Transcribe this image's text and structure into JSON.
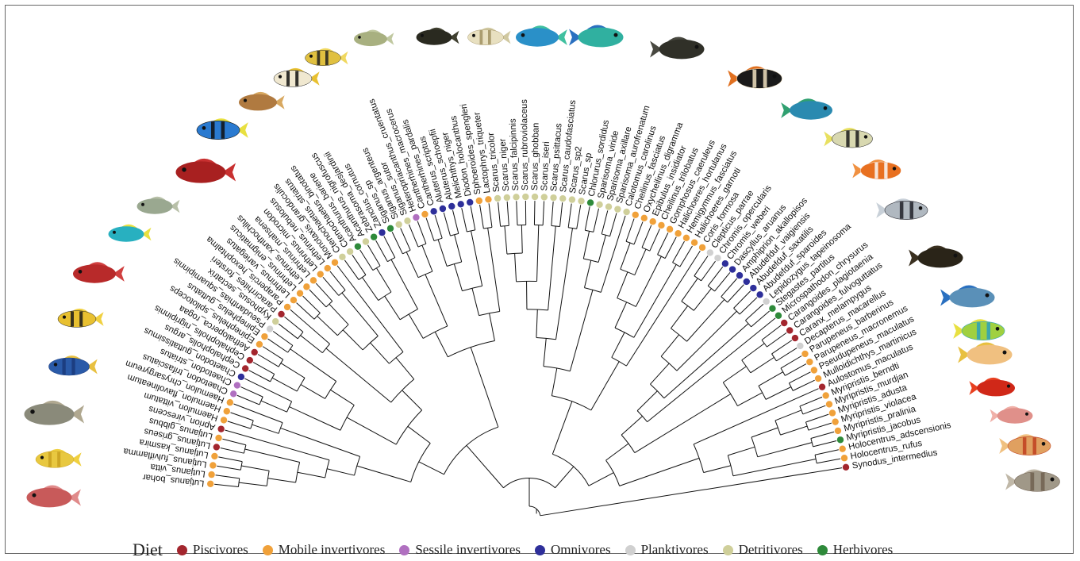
{
  "legend": {
    "title": "Diet",
    "items": [
      {
        "key": "P",
        "label": "Piscivores",
        "color": "#a3262e"
      },
      {
        "key": "M",
        "label": "Mobile invertivores",
        "color": "#f0a13a"
      },
      {
        "key": "S",
        "label": "Sessile invertivores",
        "color": "#b070c0"
      },
      {
        "key": "O",
        "label": "Omnivores",
        "color": "#2e2f9a"
      },
      {
        "key": "K",
        "label": "Planktivores",
        "color": "#d0d0d0"
      },
      {
        "key": "D",
        "label": "Detritivores",
        "color": "#cfcf9a"
      },
      {
        "key": "H",
        "label": "Herbivores",
        "color": "#2e8a3a"
      }
    ]
  },
  "taxa": [
    {
      "name": "Lutjanus_bohar",
      "diet": "M"
    },
    {
      "name": "Lutjanus_vitta",
      "diet": "M"
    },
    {
      "name": "Lutjanus_fulviflamma",
      "diet": "M"
    },
    {
      "name": "Lutjanus_kasmira",
      "diet": "M"
    },
    {
      "name": "Lutjanus_griseus",
      "diet": "P"
    },
    {
      "name": "Lutjanus_gibbus",
      "diet": "M"
    },
    {
      "name": "Aprion_virescens",
      "diet": "P"
    },
    {
      "name": "Haemulon_vittatum",
      "diet": "M"
    },
    {
      "name": "Haemulon_flavolineatum",
      "diet": "M"
    },
    {
      "name": "Haemulon_chrysargyreum",
      "diet": "M"
    },
    {
      "name": "Chaetodon_trifasciatus",
      "diet": "S"
    },
    {
      "name": "Chaetodon_striatus",
      "diet": "S"
    },
    {
      "name": "Chaetodon_guttatissimus",
      "diet": "O"
    },
    {
      "name": "Cephalopholis_argus",
      "diet": "P"
    },
    {
      "name": "Cephalopholis_nigripinnis",
      "diet": "P"
    },
    {
      "name": "Aethaloperca_rogaa",
      "diet": "P"
    },
    {
      "name": "Epinephelus_spilotoceps",
      "diet": "M"
    },
    {
      "name": "Epinephelus_guttatus",
      "diet": "M"
    },
    {
      "name": "Pseudanthias_squamipinnis",
      "diet": "K"
    },
    {
      "name": "Kyphosus_sectatrix",
      "diet": "D"
    },
    {
      "name": "Paracirrhites_forsteri",
      "diet": "P"
    },
    {
      "name": "Parapercis_hexophtalma",
      "diet": "M"
    },
    {
      "name": "Lethrinus_variegatus",
      "diet": "M"
    },
    {
      "name": "Lethrinus_enigmaticus",
      "diet": "M"
    },
    {
      "name": "Lethrinus_xanthochilus",
      "diet": "M"
    },
    {
      "name": "Lethrinus_mahsena",
      "diet": "M"
    },
    {
      "name": "Lethrinus_microdon",
      "diet": "M"
    },
    {
      "name": "Lethrinus_nebulosus",
      "diet": "M"
    },
    {
      "name": "Monotaxis_grandoculis",
      "diet": "M"
    },
    {
      "name": "Ctenochaetus_striatus",
      "diet": "D"
    },
    {
      "name": "Ctenochaetus_binotatus",
      "diet": "D"
    },
    {
      "name": "Acanthurus_bariene",
      "diet": "H"
    },
    {
      "name": "Acanthurus_nigrofuscus",
      "diet": "D"
    },
    {
      "name": "Zebrasoma_desjardinii",
      "diet": "H"
    },
    {
      "name": "Zanclus_cornutus",
      "diet": "O"
    },
    {
      "name": "Siganus_sp",
      "diet": "H"
    },
    {
      "name": "Siganus_argenteus",
      "diet": "D"
    },
    {
      "name": "Siganus_sutor",
      "diet": "D"
    },
    {
      "name": "Heteropriacanthus_cruentatus",
      "diet": "S"
    },
    {
      "name": "Cantherhines_macrocerus",
      "diet": "M"
    },
    {
      "name": "Cantherhines_pardalis",
      "diet": "O"
    },
    {
      "name": "Aluterus_scriptus",
      "diet": "O"
    },
    {
      "name": "Aluterus_schoepfii",
      "diet": "O"
    },
    {
      "name": "Melichthys_niger",
      "diet": "O"
    },
    {
      "name": "Diodon_holocanthus",
      "diet": "O"
    },
    {
      "name": "Sphoeroides_spengleri",
      "diet": "M"
    },
    {
      "name": "Lactophrys_triqueter",
      "diet": "M"
    },
    {
      "name": "Scarus_tricolor",
      "diet": "D"
    },
    {
      "name": "Scarus_niger",
      "diet": "D"
    },
    {
      "name": "Scarus_falcipinnis",
      "diet": "D"
    },
    {
      "name": "Scarus_rubroviolaceus",
      "diet": "D"
    },
    {
      "name": "Scarus_ghobban",
      "diet": "D"
    },
    {
      "name": "Scarus_iseri",
      "diet": "D"
    },
    {
      "name": "Scarus_psittacus",
      "diet": "D"
    },
    {
      "name": "Scarus_caudofasciatus",
      "diet": "D"
    },
    {
      "name": "Scarus_sp2",
      "diet": "D"
    },
    {
      "name": "Scarus_sp",
      "diet": "D"
    },
    {
      "name": "Chlorurus_sordidus",
      "diet": "H"
    },
    {
      "name": "Sparisoma_viride",
      "diet": "D"
    },
    {
      "name": "Sparisoma_axillare",
      "diet": "D"
    },
    {
      "name": "Sparisoma_aurofrenatum",
      "diet": "D"
    },
    {
      "name": "Calotomus_carolinus",
      "diet": "D"
    },
    {
      "name": "Cheilinus_fasciatus",
      "diet": "M"
    },
    {
      "name": "Oxycheilinus_digramma",
      "diet": "M"
    },
    {
      "name": "Epibulus_insidiator",
      "diet": "M"
    },
    {
      "name": "Cheilinus_trilobatus",
      "diet": "M"
    },
    {
      "name": "Gomphosus_caeruleus",
      "diet": "M"
    },
    {
      "name": "Halichoeres_hortulanus",
      "diet": "M"
    },
    {
      "name": "Hemigymnus_fasciatus",
      "diet": "M"
    },
    {
      "name": "Halichoeres_garnoti",
      "diet": "M"
    },
    {
      "name": "Coris_formosa",
      "diet": "M"
    },
    {
      "name": "Clepticus_parrae",
      "diet": "K"
    },
    {
      "name": "Chromis_opercularis",
      "diet": "K"
    },
    {
      "name": "Chromis_weberi",
      "diet": "O"
    },
    {
      "name": "Dascyllus_aruanus",
      "diet": "O"
    },
    {
      "name": "Amphiprion_akallopisos",
      "diet": "O"
    },
    {
      "name": "Abudefduf_vaigiensis",
      "diet": "O"
    },
    {
      "name": "Abudefduf_saxatilis",
      "diet": "O"
    },
    {
      "name": "Abudefduf_sparoides",
      "diet": "O"
    },
    {
      "name": "Lepidozygus_tapeinosoma",
      "diet": "K"
    },
    {
      "name": "Stegastes_partitus",
      "diet": "H"
    },
    {
      "name": "Microspathodon_chrysurus",
      "diet": "H"
    },
    {
      "name": "Carangoides_plagiotaenia",
      "diet": "P"
    },
    {
      "name": "Carangoides_fulvoguttatus",
      "diet": "P"
    },
    {
      "name": "Caranx_melampygus",
      "diet": "P"
    },
    {
      "name": "Decapterus_macarellus",
      "diet": "K"
    },
    {
      "name": "Parupeneus_barberinus",
      "diet": "M"
    },
    {
      "name": "Parupeneus_macronemus",
      "diet": "M"
    },
    {
      "name": "Pseudupeneus_maculatus",
      "diet": "M"
    },
    {
      "name": "Mulloidichthys_martinicus",
      "diet": "M"
    },
    {
      "name": "Aulostomus_maculatus",
      "diet": "P"
    },
    {
      "name": "Myripristis_berndti",
      "diet": "M"
    },
    {
      "name": "Myripristis_murdjan",
      "diet": "M"
    },
    {
      "name": "Myripristis_adusta",
      "diet": "M"
    },
    {
      "name": "Myripristis_violacea",
      "diet": "M"
    },
    {
      "name": "Myripristis_pralinia",
      "diet": "M"
    },
    {
      "name": "Myripristis_jacobus",
      "diet": "H"
    },
    {
      "name": "Holocentrus_adscensionis",
      "diet": "M"
    },
    {
      "name": "Holocentrus_rufus",
      "diet": "M"
    },
    {
      "name": "Synodus_intermedius",
      "diet": "P"
    }
  ],
  "fish_icons": [
    {
      "name": "snapper-pink",
      "body": "#c85a5a",
      "fin": "#e08a8a",
      "stripe": ""
    },
    {
      "name": "snapper-yellowtail",
      "body": "#e8c840",
      "fin": "#f0d040",
      "stripe": "#c8a020"
    },
    {
      "name": "grunt-gray",
      "body": "#8a8a7a",
      "fin": "#b0a890",
      "stripe": ""
    },
    {
      "name": "angelfish-blue",
      "body": "#2a5aa8",
      "fin": "#e8c040",
      "stripe": "#1a3a7a"
    },
    {
      "name": "butterflyfish-yellow",
      "body": "#e8c030",
      "fin": "#f0d040",
      "stripe": "#1a1a1a"
    },
    {
      "name": "grouper-red",
      "body": "#b82a2a",
      "fin": "#d04040",
      "stripe": ""
    },
    {
      "name": "anthias-cyan",
      "body": "#28b0c0",
      "fin": "#e8e040",
      "stripe": ""
    },
    {
      "name": "kyphosus-gray",
      "body": "#9aa890",
      "fin": "#b8c0a8",
      "stripe": ""
    },
    {
      "name": "hawkfish-red",
      "body": "#a82020",
      "fin": "#c83030",
      "stripe": ""
    },
    {
      "name": "surgeonfish-blue",
      "body": "#2a7ad0",
      "fin": "#e8e040",
      "stripe": "#101010"
    },
    {
      "name": "rabbitfish-brown",
      "body": "#b07a40",
      "fin": "#d8a860",
      "stripe": ""
    },
    {
      "name": "moorish-idol",
      "body": "#f0e8d0",
      "fin": "#e8c030",
      "stripe": "#101010"
    },
    {
      "name": "filefish-yellow",
      "body": "#e0c040",
      "fin": "#f0d860",
      "stripe": "#202020"
    },
    {
      "name": "filefish-olive",
      "body": "#a8b080",
      "fin": "#c0c8a0",
      "stripe": ""
    },
    {
      "name": "triggerfish-black",
      "body": "#2a2a20",
      "fin": "#404030",
      "stripe": ""
    },
    {
      "name": "porcupinefish",
      "body": "#e8e0c0",
      "fin": "#d0c8a0",
      "stripe": "#a09060"
    },
    {
      "name": "parrotfish-blue",
      "body": "#2a90c8",
      "fin": "#40c0a0",
      "stripe": ""
    },
    {
      "name": "parrotfish-green",
      "body": "#30b0a0",
      "fin": "#2a70c0",
      "stripe": ""
    },
    {
      "name": "wrasse-black",
      "body": "#303028",
      "fin": "#484840",
      "stripe": ""
    },
    {
      "name": "angelfish-king",
      "body": "#1a1a1a",
      "fin": "#e07020",
      "stripe": "#f0e0c0"
    },
    {
      "name": "wrasse-blue",
      "body": "#2a8ab0",
      "fin": "#30a070",
      "stripe": ""
    },
    {
      "name": "sergeant-major",
      "body": "#d8d8b0",
      "fin": "#e8e060",
      "stripe": "#1a1a1a"
    },
    {
      "name": "clownfish",
      "body": "#e87020",
      "fin": "#f09040",
      "stripe": "#f8f8f8"
    },
    {
      "name": "damselfish-striped",
      "body": "#b0b8c0",
      "fin": "#c8d0d8",
      "stripe": "#202028"
    },
    {
      "name": "damselfish-dark",
      "body": "#2a2418",
      "fin": "#3a3020",
      "stripe": ""
    },
    {
      "name": "jack-blue",
      "body": "#5a90b8",
      "fin": "#2a70c0",
      "stripe": ""
    },
    {
      "name": "goatfish-yellow",
      "body": "#a0d040",
      "fin": "#e8e040",
      "stripe": "#2aa0c0"
    },
    {
      "name": "goatfish-pale",
      "body": "#f0c080",
      "fin": "#e8c040",
      "stripe": ""
    },
    {
      "name": "soldierfish-red",
      "body": "#d02818",
      "fin": "#e84020",
      "stripe": ""
    },
    {
      "name": "soldierfish-pink",
      "body": "#e0908a",
      "fin": "#f0b0a8",
      "stripe": ""
    },
    {
      "name": "squirrelfish",
      "body": "#e0a060",
      "fin": "#f0c080",
      "stripe": "#c04020"
    },
    {
      "name": "lizardfish",
      "body": "#a09888",
      "fin": "#c0b8a8",
      "stripe": "#706050"
    }
  ]
}
